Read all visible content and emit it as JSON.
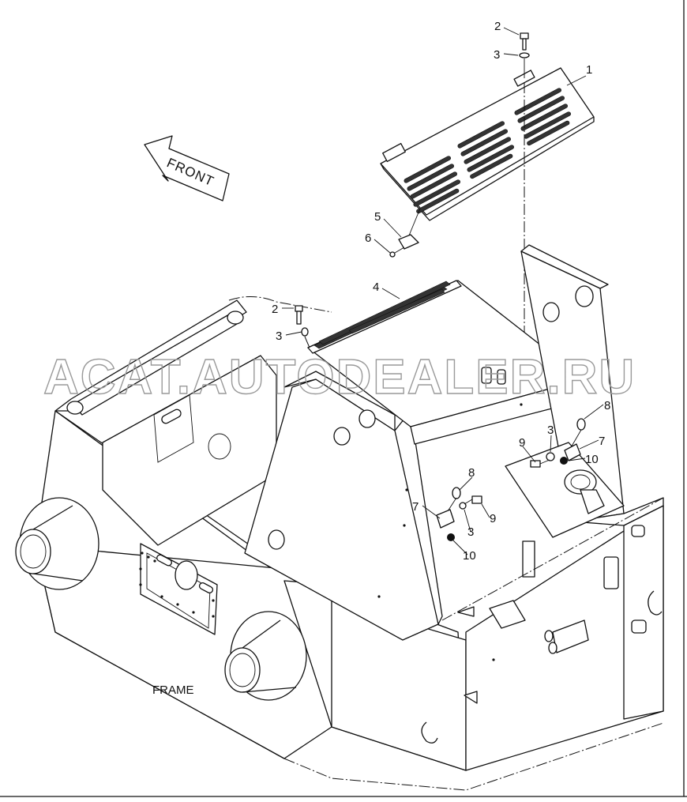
{
  "diagram": {
    "direction_label": "FRONT",
    "caption": "FRAME",
    "watermark": "ACAT.AUTODEALER.RU",
    "callouts": {
      "c1": "1",
      "c2_top": "2",
      "c3_top": "3",
      "c5": "5",
      "c6": "6",
      "c4": "4",
      "c2_left": "2",
      "c3_left": "3",
      "c8_right": "8",
      "c3_right": "3",
      "c7_right": "7",
      "c9_right": "9",
      "c10_right": "10",
      "c8_mid": "8",
      "c7_mid": "7",
      "c9_mid": "9",
      "c3_mid": "3",
      "c10_mid": "10"
    }
  }
}
